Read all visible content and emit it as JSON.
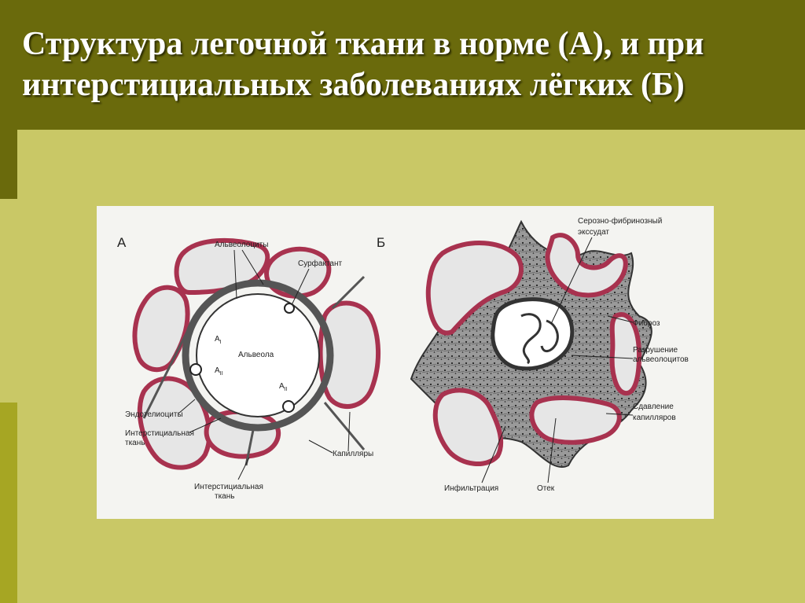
{
  "slide": {
    "title": "Структура легочной ткани в норме (А), и при интерстициальных заболеваниях лёгких (Б)"
  },
  "figure": {
    "panel_a": {
      "letter": "А",
      "labels": {
        "alveolocytes": "Альвеолоциты",
        "surfactant": "Сурфактант",
        "alveola": "Альвеола",
        "a1": "A",
        "a1_sub": "I",
        "a2_top": "A",
        "a2_top_sub": "II",
        "a2_bottom": "A",
        "a2_bottom_sub": "II",
        "endotheliocytes": "Эндотелиоциты",
        "interstitial_1_line1": "Интерстициальная",
        "interstitial_1_line2": "ткань",
        "capillaries": "Капилляры",
        "interstitial_2_line1": "Интерстициальная",
        "interstitial_2_line2": "ткань"
      }
    },
    "panel_b": {
      "letter": "Б",
      "labels": {
        "exudate_line1": "Серозно-фибринозный",
        "exudate_line2": "экссудат",
        "fibrosis": "Фиброз",
        "destruction_line1": "Разрушение",
        "destruction_line2": "альвеолоцитов",
        "compression_line1": "Сдавление",
        "compression_line2": "капилляров",
        "infiltration": "Инфильтрация",
        "edema": "Отек"
      }
    },
    "colors": {
      "capillary": "#a8324f",
      "tissue": "#555555",
      "ink": "#222222"
    }
  }
}
